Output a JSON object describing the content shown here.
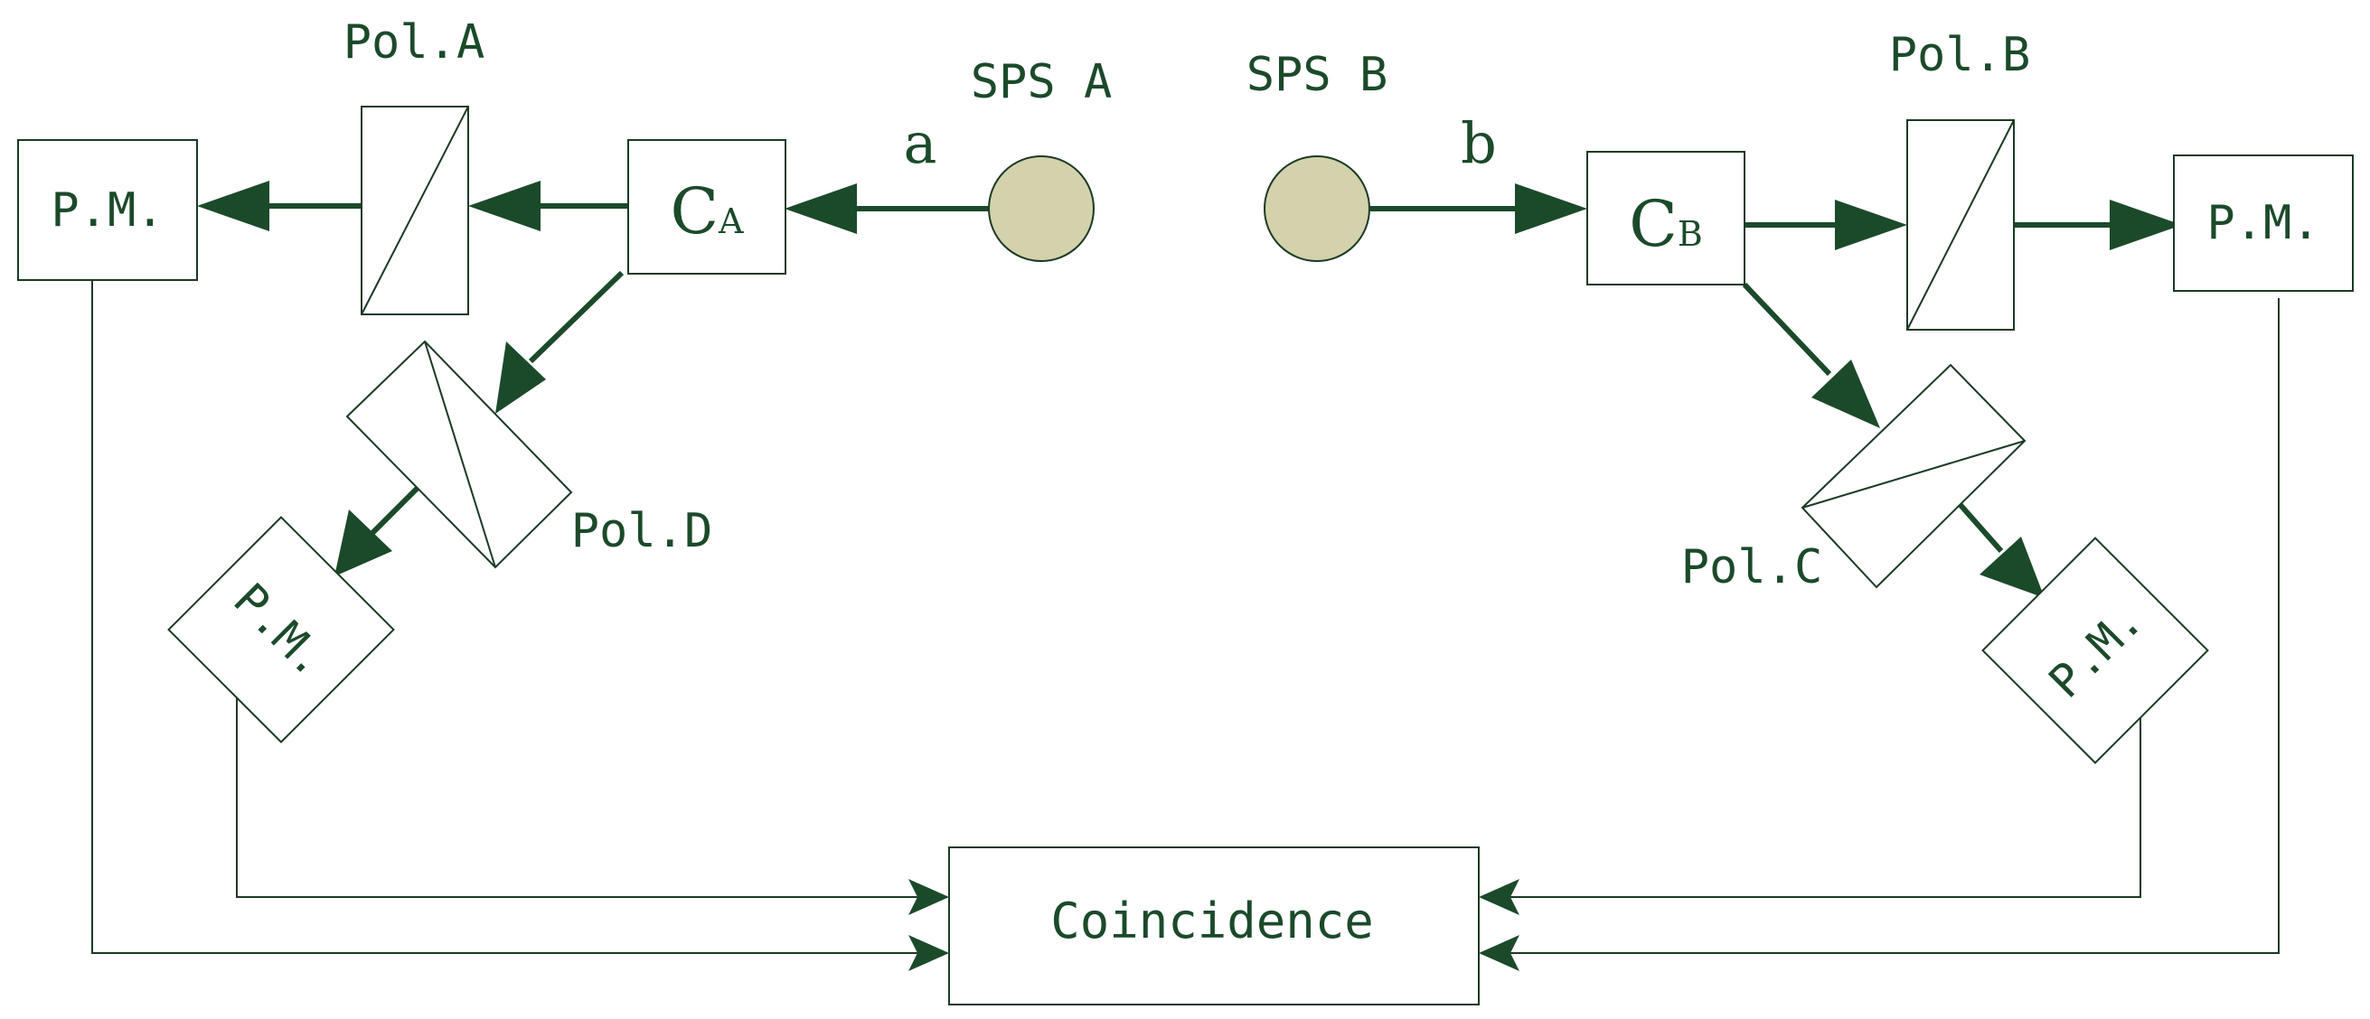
{
  "sources": {
    "a": {
      "label": "SPS A",
      "beam_label": "a"
    },
    "b": {
      "label": "SPS B",
      "beam_label": "b"
    }
  },
  "channels": {
    "ca": {
      "main": "C",
      "sub": "A"
    },
    "cb": {
      "main": "C",
      "sub": "B"
    }
  },
  "polarizers": {
    "a": "Pol.A",
    "b": "Pol.B",
    "c": "Pol.C",
    "d": "Pol.D"
  },
  "detectors": {
    "a": "P.M.",
    "b": "P.M.",
    "c": "P.M.",
    "d": "P.M."
  },
  "coincidence": "Coincidence",
  "colors": {
    "stroke": "#1b3a24",
    "beam": "#1b4a2a",
    "source_fill": "#d3d2ac"
  }
}
